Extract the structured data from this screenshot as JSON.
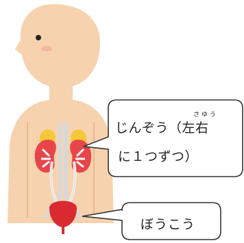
{
  "colors": {
    "skin": "#f7d2ae",
    "background": "#ffffff",
    "kidney": "#e8454a",
    "adrenal": "#f5c83a",
    "bladder": "#d92a31",
    "ureter": "#f2f2f2",
    "bubble_border": "#333333",
    "cheek": "#f7a8a0"
  },
  "callouts": {
    "kidney": {
      "line1": "じんぞう（左右",
      "line2": "に１つずつ）",
      "ruby": "さゆう"
    },
    "bladder": {
      "label": "ぼうこう"
    }
  }
}
